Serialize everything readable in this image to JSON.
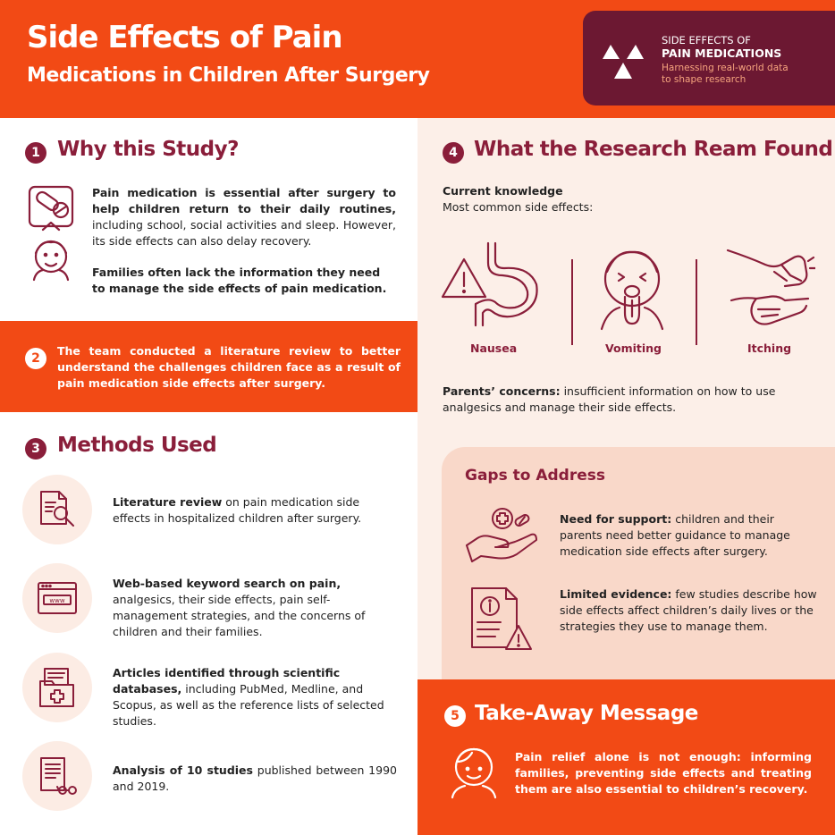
{
  "header": {
    "title_line1": "Side Effects of Pain",
    "title_line2": "Medications in Children After Surgery"
  },
  "brand": {
    "line1": "SIDE EFFECTS OF",
    "line2": "PAIN MEDICATIONS",
    "tagline1": "Harnessing real-world data",
    "tagline2": "to shape research"
  },
  "section1": {
    "number": "1",
    "heading": "Why this Study?",
    "p1_bold": "Pain medication is essential after surgery to help children return to their daily routines,",
    "p1_rest": " including school, social activities and sleep. However, its side effects can also delay recovery.",
    "p2_bold": "Families often lack the information they need to manage the side effects of pain medication."
  },
  "section2": {
    "number": "2",
    "text": "The team conducted a literature review to better understand the challenges children face as a result of pain medication side effects after surgery."
  },
  "section3": {
    "number": "3",
    "heading": "Methods Used",
    "items": [
      {
        "bold": "Literature review",
        "rest": " on pain medication side effects in hospitalized children after surgery."
      },
      {
        "bold": "Web-based keyword search on pain,",
        "rest": " analgesics, their side effects, pain self-management strategies, and the concerns of children and their families."
      },
      {
        "bold": "Articles identified through scientific databases,",
        "rest": " including PubMed, Medline, and Scopus, as well as the reference lists of selected studies."
      },
      {
        "bold": "Analysis of 10 studies",
        "rest": " published between 1990 and 2019."
      }
    ]
  },
  "section4": {
    "number": "4",
    "heading": "What the Research Ream Found!",
    "current_title": "Current knowledge",
    "current_sub": "Most common side effects:",
    "effects": [
      "Nausea",
      "Vomiting",
      "Itching"
    ],
    "parents_bold": "Parents’ concerns:",
    "parents_rest": " insufficient information on how to use analgesics and manage their side effects."
  },
  "gaps": {
    "heading": "Gaps to Address",
    "items": [
      {
        "bold": "Need for support:",
        "rest": " children and their parents need better guidance to manage medication side effects after surgery."
      },
      {
        "bold": "Limited evidence:",
        "rest": " few studies describe how side effects affect children’s daily lives or the strategies they use to manage them."
      }
    ]
  },
  "section5": {
    "number": "5",
    "heading": "Take-Away Message",
    "text": "Pain relief alone is not enough: informing families, preventing side effects and treating them are also essential to children’s recovery."
  },
  "colors": {
    "orange": "#f24a15",
    "maroon": "#8a1e3a",
    "brand_bg": "#6c1832",
    "cream": "#fcefe8",
    "peach": "#f9d8c9"
  },
  "icons": [
    "pill-child-icon",
    "document-search-icon",
    "web-browser-icon",
    "medical-folder-icon",
    "report-glasses-icon",
    "stomach-warning-icon",
    "vomiting-face-icon",
    "itching-hands-icon",
    "hand-medicine-icon",
    "document-info-icon",
    "child-face-icon"
  ]
}
